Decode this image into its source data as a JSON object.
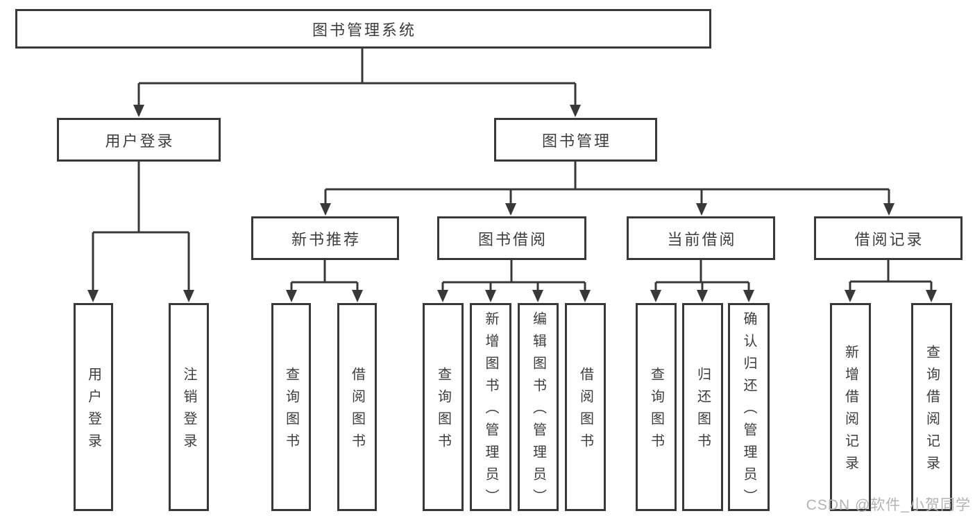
{
  "diagram": {
    "root": {
      "label": "图书管理系统"
    },
    "branches": [
      {
        "label": "用户登录",
        "children": [
          {
            "label": "用户登录"
          },
          {
            "label": "注销登录"
          }
        ]
      },
      {
        "label": "图书管理",
        "children": [
          {
            "label": "新书推荐",
            "children": [
              {
                "label": "查询图书"
              },
              {
                "label": "借阅图书"
              }
            ]
          },
          {
            "label": "图书借阅",
            "children": [
              {
                "label": "查询图书"
              },
              {
                "label": "新增图书（管理员）"
              },
              {
                "label": "编辑图书（管理员）"
              },
              {
                "label": "借阅图书"
              }
            ]
          },
          {
            "label": "当前借阅",
            "children": [
              {
                "label": "查询图书"
              },
              {
                "label": "归还图书"
              },
              {
                "label": "确认归还（管理员）"
              }
            ]
          },
          {
            "label": "借阅记录",
            "children": [
              {
                "label": "新增借阅记录"
              },
              {
                "label": "查询借阅记录"
              }
            ]
          }
        ]
      }
    ]
  },
  "watermark": {
    "text": "CSDN @软件_小贺同学"
  },
  "colors": {
    "line": "#383838",
    "box_border": "#383838",
    "text": "#3d3d3d",
    "watermark": "#b3b3b3",
    "background": "#ffffff"
  }
}
